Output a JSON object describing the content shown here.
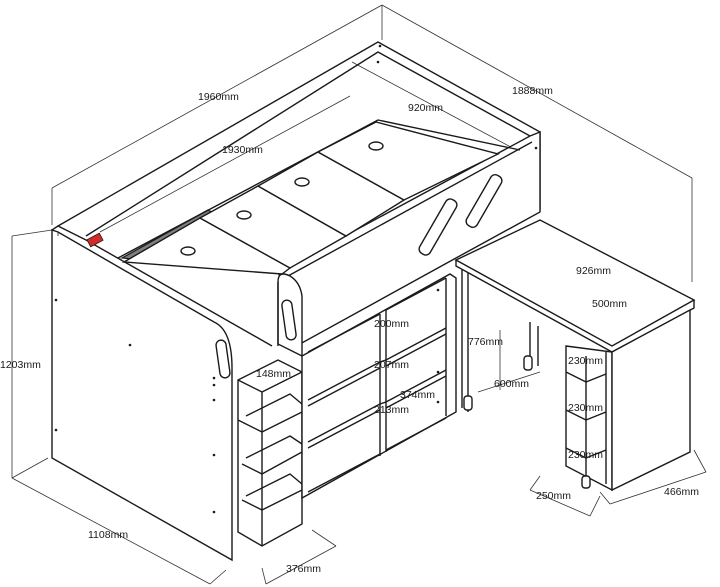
{
  "diagram": {
    "dimensions": {
      "overall_length": "1960mm",
      "overall_width": "1888mm",
      "inner_length": "1930mm",
      "inner_width": "920mm",
      "height": "1203mm",
      "base_depth": "1108mm",
      "step_width": "376mm",
      "step_depth": "148mm",
      "shelf_1": "200mm",
      "shelf_2": "207mm",
      "shelf_3": "213mm",
      "shelf_width": "374mm",
      "desk_length": "926mm",
      "desk_width": "500mm",
      "desk_height": "776mm",
      "desk_inner": "600mm",
      "desk_shelf_1": "230mm",
      "desk_shelf_2": "230mm",
      "desk_shelf_3": "230mm",
      "desk_cabinet_width": "250mm",
      "desk_depth": "466mm"
    },
    "colors": {
      "line": "#1a1a1a",
      "mattress": "#7f7f7f",
      "accent": "#d42a2a"
    }
  }
}
